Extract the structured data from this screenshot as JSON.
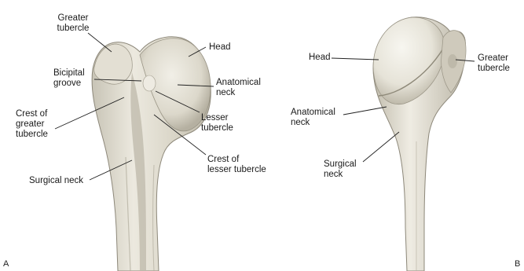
{
  "panels": [
    {
      "letter": "A",
      "labels": {
        "greater_tubercle_1": "Greater",
        "greater_tubercle_2": "tubercle",
        "head": "Head",
        "bicipital_groove_1": "Bicipital",
        "bicipital_groove_2": "groove",
        "anatomical_neck_1": "Anatomical",
        "anatomical_neck_2": "neck",
        "lesser_tubercle_1": "Lesser",
        "lesser_tubercle_2": "tubercle",
        "crest_greater_1": "Crest of",
        "crest_greater_2": "greater",
        "crest_greater_3": "tubercle",
        "crest_lesser_1": "Crest of",
        "crest_lesser_2": "lesser tubercle",
        "surgical_neck": "Surgical neck"
      }
    },
    {
      "letter": "B",
      "labels": {
        "head": "Head",
        "greater_tubercle_1": "Greater",
        "greater_tubercle_2": "tubercle",
        "anatomical_neck_1": "Anatomical",
        "anatomical_neck_2": "neck",
        "surgical_neck_1": "Surgical",
        "surgical_neck_2": "neck"
      }
    }
  ]
}
